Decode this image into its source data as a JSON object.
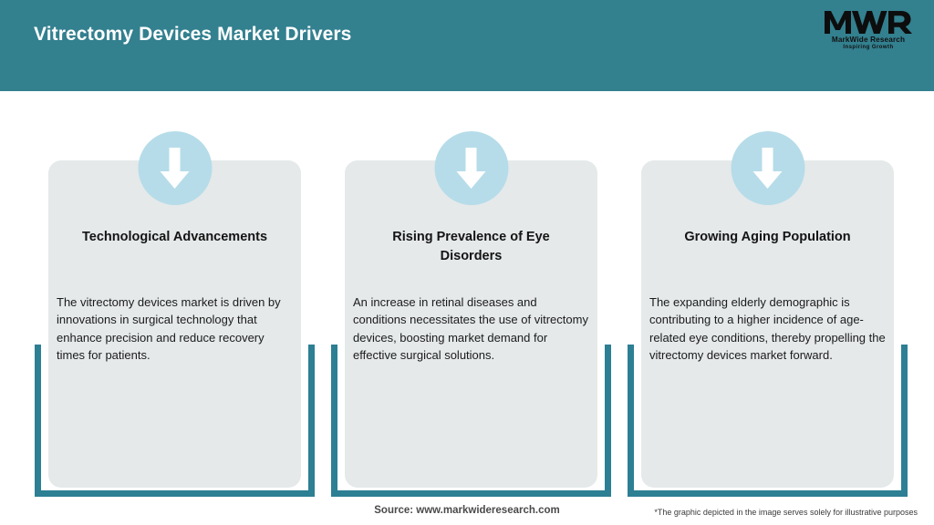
{
  "header": {
    "title": "Vitrectomy Devices Market Drivers",
    "background_color": "#33808f",
    "title_color": "#ffffff"
  },
  "logo": {
    "monogram": "MWR",
    "company_name": "MarkWide Research",
    "tagline": "Inspiring Growth"
  },
  "theme": {
    "accent_teal": "#2d7f94",
    "panel_gray": "#e5e9ea",
    "badge_blue": "#b6dce9",
    "arrow_white": "#ffffff"
  },
  "cards": [
    {
      "icon": "down-arrow-icon",
      "heading": "Technological Advancements",
      "body": "The vitrectomy devices market is driven by innovations in surgical technology that enhance precision and reduce recovery times for patients."
    },
    {
      "icon": "down-arrow-icon",
      "heading": "Rising Prevalence of Eye Disorders",
      "body": "An increase in retinal diseases and conditions necessitates the use of vitrectomy devices, boosting market demand for effective surgical solutions."
    },
    {
      "icon": "down-arrow-icon",
      "heading": "Growing Aging Population",
      "body": "The expanding elderly demographic is contributing to a higher incidence of age-related eye conditions, thereby propelling the vitrectomy devices market forward."
    }
  ],
  "footer": {
    "source": "Source: www.markwideresearch.com",
    "disclaimer": "*The graphic depicted in the image serves solely for illustrative purposes"
  }
}
